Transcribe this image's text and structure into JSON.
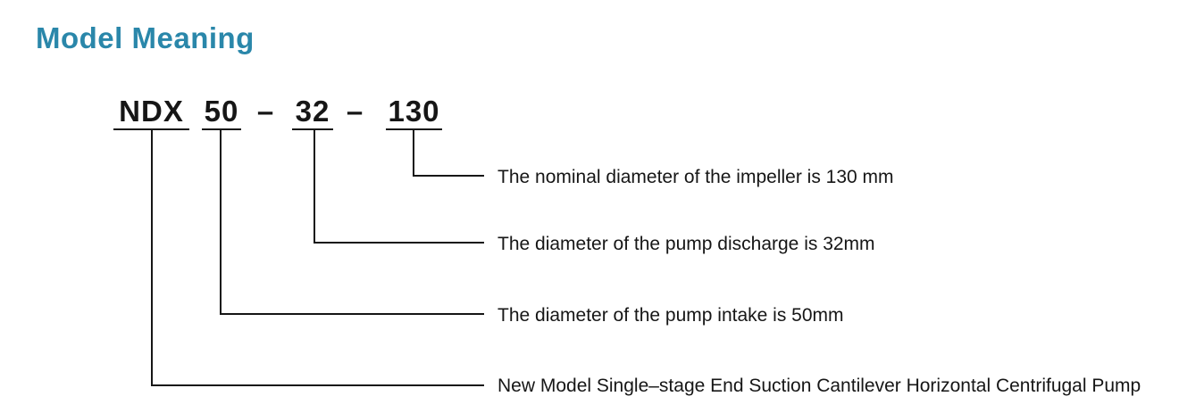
{
  "header": {
    "title": "Model Meaning"
  },
  "theme": {
    "accent_color": "#2a87aa",
    "line_color": "#161616",
    "background_color": "#ffffff"
  },
  "model_code": {
    "full": "NDX 50 – 32 – 130",
    "separator": "–",
    "parts": [
      {
        "label": "NDX",
        "meaning": "New Model Single–stage End Suction Cantilever Horizontal Centrifugal Pump"
      },
      {
        "label": "50",
        "meaning": "The diameter of the pump intake is 50mm"
      },
      {
        "label": "32",
        "meaning": "The diameter of the pump discharge is 32mm"
      },
      {
        "label": "130",
        "meaning": "The nominal diameter of the impeller is 130 mm"
      }
    ]
  }
}
